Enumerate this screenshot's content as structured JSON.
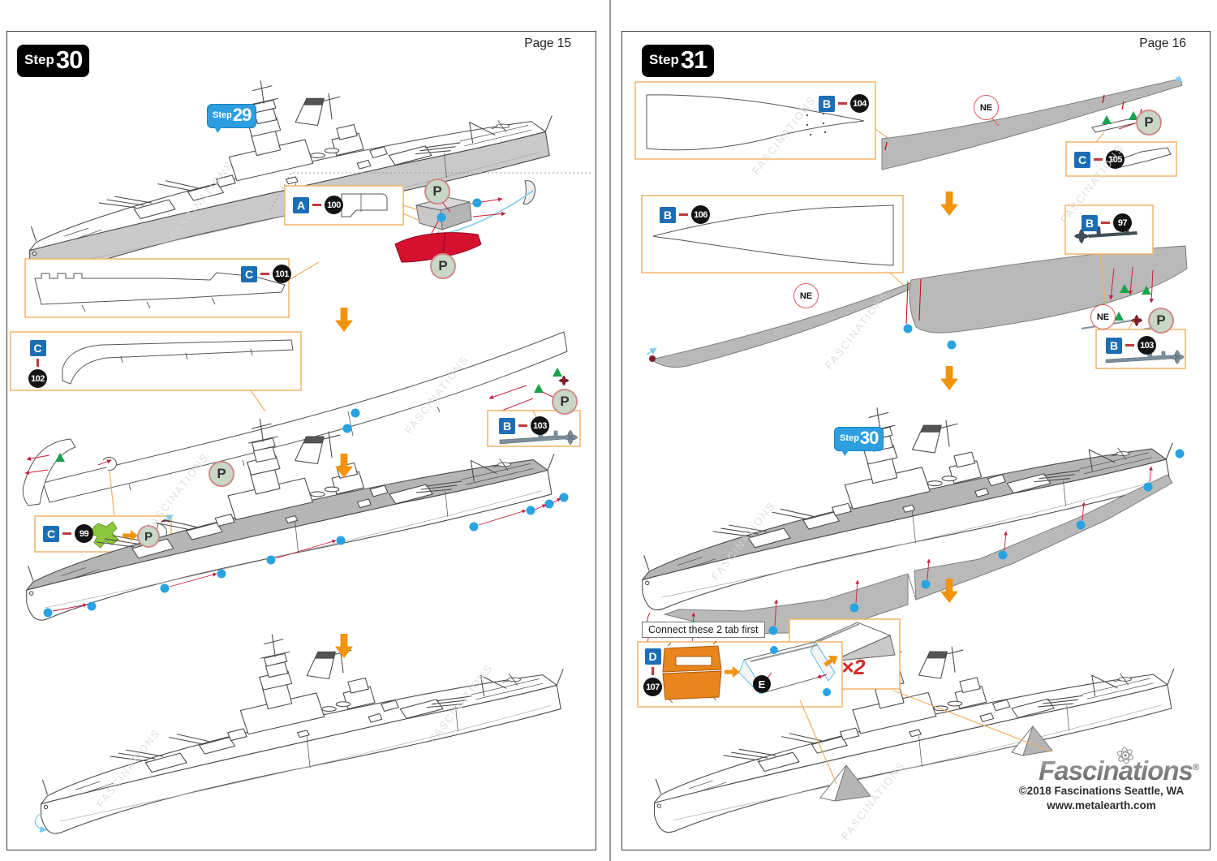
{
  "markers": {
    "p": "P",
    "ne": "NE",
    "e": "E",
    "times2": "×2"
  },
  "watermark": "FASCINATIONS",
  "colors": {
    "step_box_bg": "#000000",
    "ref_step_bg": "#2d9fe0",
    "callout_border": "#f2b469",
    "part_letter_bg": "#1c6eb4",
    "part_number_bg": "#131313",
    "p_marker_fill": "#c9d7c7",
    "p_marker_border": "#cf8b8b",
    "ne_marker_border": "#e05c5c",
    "tab_triangle_green": "#18a24b",
    "slot_dot_blue": "#2aa3e1",
    "fold_arrow_red": "#c81e3c",
    "step_arrow_orange": "#f2930d",
    "part_d_orange": "#e8851d",
    "part_green": "#8cc63e",
    "part_red": "#d6102f",
    "metal_gray": "#b9b9b9"
  },
  "page15": {
    "page_label": "Page 15",
    "step": {
      "word": "Step",
      "number": "30"
    },
    "ref_step": {
      "word": "Step",
      "number": "29"
    },
    "callouts": {
      "a100": {
        "letter": "A",
        "number": "100"
      },
      "c101": {
        "letter": "C",
        "number": "101"
      },
      "c102": {
        "letter": "C",
        "number": "102"
      },
      "b103": {
        "letter": "B",
        "number": "103"
      },
      "c99": {
        "letter": "C",
        "number": "99"
      }
    }
  },
  "page16": {
    "page_label": "Page 16",
    "step": {
      "word": "Step",
      "number": "31"
    },
    "ref_step": {
      "word": "Step",
      "number": "30"
    },
    "note_connect": "Connect these 2 tab first",
    "callouts": {
      "b104": {
        "letter": "B",
        "number": "104"
      },
      "c105": {
        "letter": "C",
        "number": "105"
      },
      "b106": {
        "letter": "B",
        "number": "106"
      },
      "b97": {
        "letter": "B",
        "number": "97"
      },
      "b103": {
        "letter": "B",
        "number": "103"
      },
      "d107": {
        "letter": "D",
        "number": "107"
      }
    },
    "footer": {
      "brand": "Fascinations",
      "reg_mark": "®",
      "copyright": "©2018 Fascinations Seattle, WA",
      "website": "www.metalearth.com"
    }
  }
}
